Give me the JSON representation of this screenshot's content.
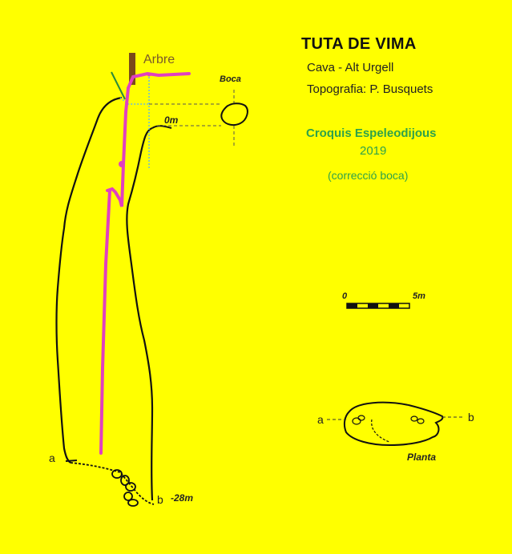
{
  "header": {
    "title": "TUTA DE VIMA",
    "location": "Cava - Alt Urgell",
    "topography": "Topografia: P. Busquets",
    "credit": "Croquis Espeleodijous",
    "year": "2019",
    "correction": "(correcció boca)"
  },
  "section_labels": {
    "tree": "Arbre",
    "entrance": "Boca",
    "zero_depth": "0m",
    "bottom_depth": "-28m",
    "point_a": "a",
    "point_b": "b"
  },
  "scale_bar": {
    "start": "0",
    "end": "5m"
  },
  "plan_view": {
    "point_a": "a",
    "point_b": "b",
    "label": "Planta"
  },
  "colors": {
    "background": "#ffff00",
    "rope": "#e040c0",
    "tree": "#7a4a1a",
    "credit_text": "#2ea24a",
    "guide_lines": "#66bbdd"
  }
}
